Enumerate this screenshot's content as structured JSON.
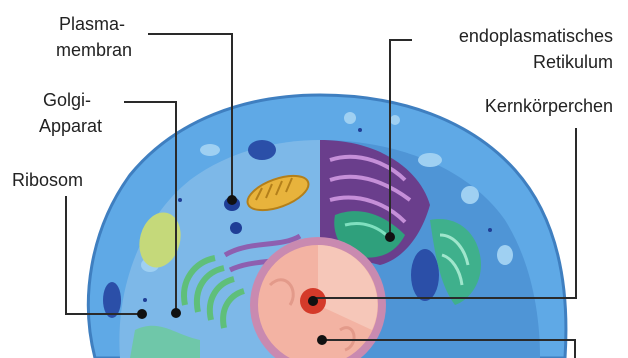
{
  "labels": {
    "plasma_line1": "Plasma-",
    "plasma_line2": "membran",
    "golgi_line1": "Golgi-",
    "golgi_line2": "Apparat",
    "ribosom": "Ribosom",
    "er_line1": "endoplasmatisches",
    "er_line2": "Retikulum",
    "kern": "Kernkörperchen"
  },
  "colors": {
    "cytoplasm": "#5fa9e6",
    "cytoplasm_light": "#9fd0f2",
    "nucleus": "#f3b3a3",
    "nucleolus": "#d43a2a",
    "organelle_green": "#5fbf7a",
    "organelle_purple": "#8e5fb0",
    "mitochondria": "#e8b33c",
    "leader": "#2a2a2a"
  }
}
